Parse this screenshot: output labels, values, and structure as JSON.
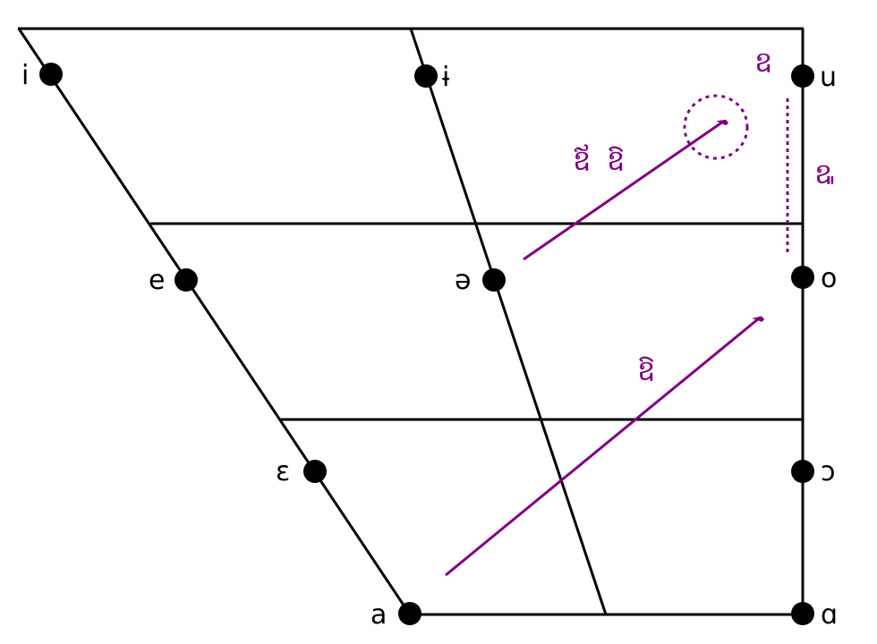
{
  "title": "Vowel chart",
  "colors": {
    "line": "#000000",
    "accent": "#800080"
  },
  "vowels": {
    "i": "i",
    "barred_i": "ɨ",
    "u": "u",
    "e": "e",
    "schwa": "ə",
    "o": "o",
    "open_e": "ɛ",
    "open_o": "ɔ",
    "a": "a",
    "script_a": "ɑ"
  },
  "khmer_labels": {
    "near_u": "ឧ",
    "near_dashed": "ឩ",
    "upper_diphthong_1": "ឪ",
    "upper_diphthong_2": "ឱ",
    "lower_diphthong": "ឱ"
  }
}
